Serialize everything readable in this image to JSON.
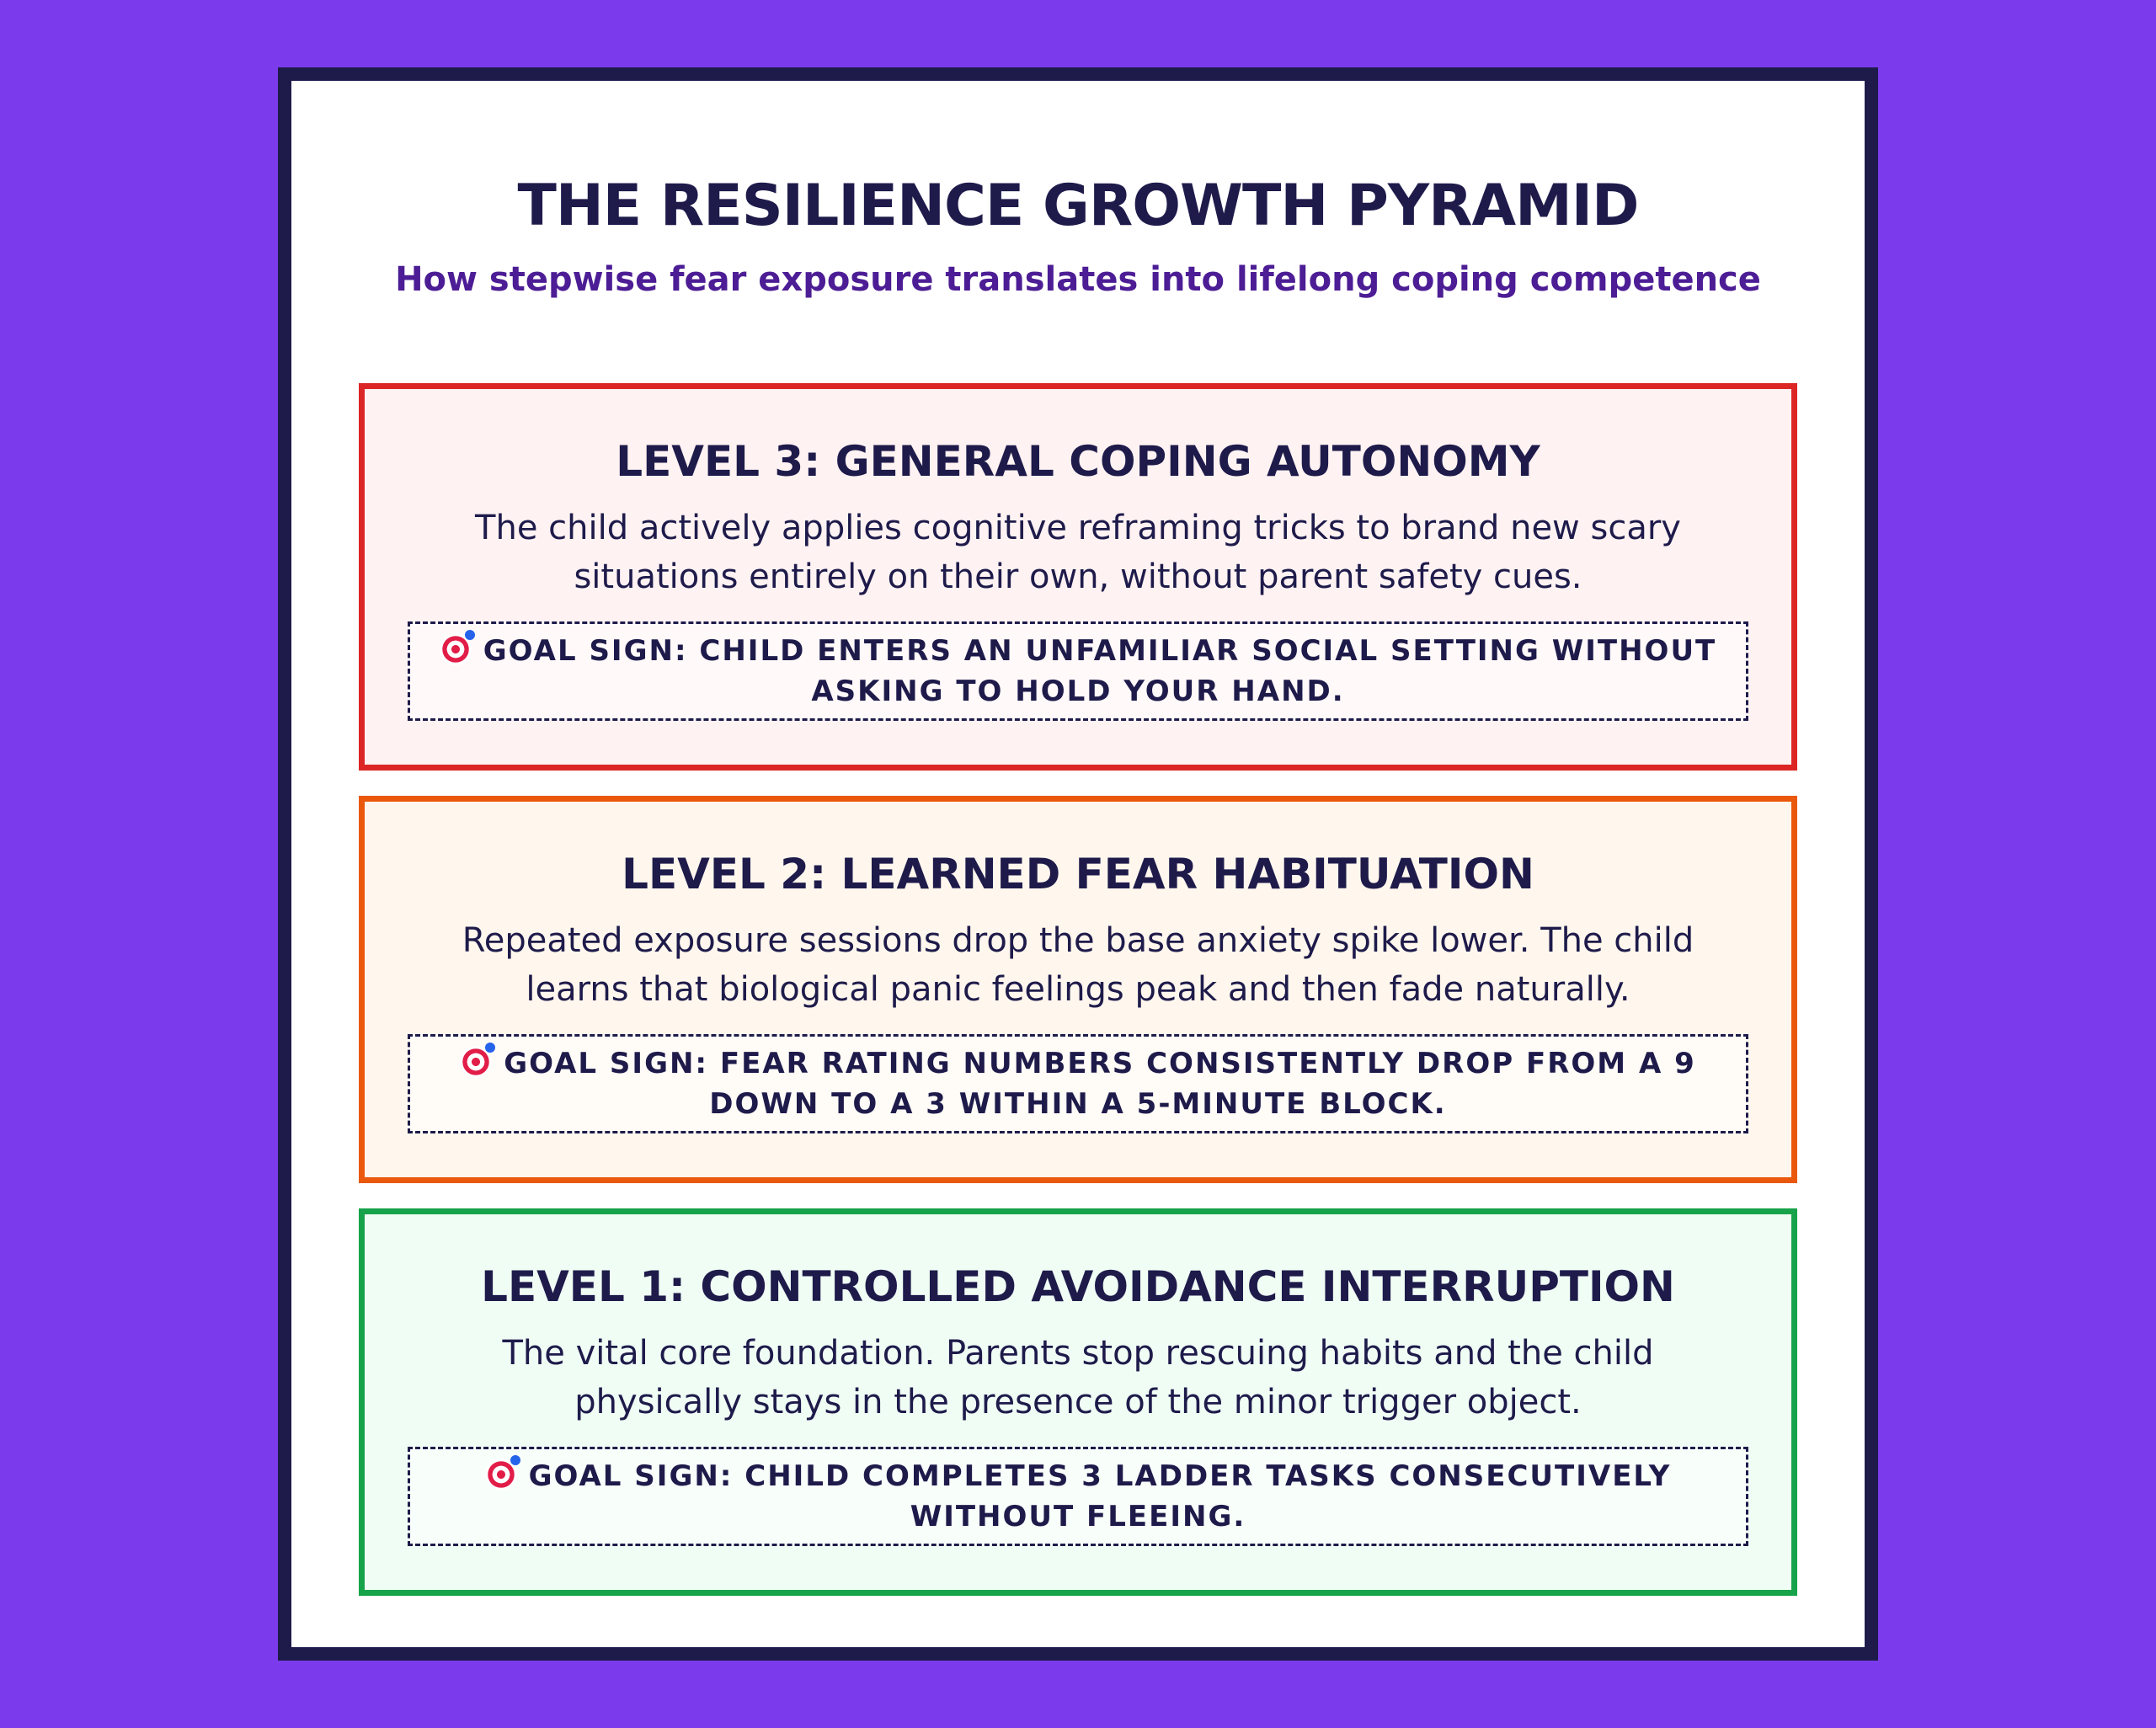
{
  "header": {
    "title": "THE RESILIENCE GROWTH PYRAMID",
    "subtitle": "How stepwise fear exposure translates into lifelong coping competence"
  },
  "colors": {
    "page_background": "#7c3aed",
    "card_border": "#1e1b4b",
    "text": "#1e1b4b",
    "subtitle": "#4c1d95"
  },
  "goal_icon": "direct-hit-target-icon",
  "levels": [
    {
      "title": "LEVEL 3: GENERAL COPING AUTONOMY",
      "description": "The child actively applies cognitive reframing tricks to brand new scary situations entirely on their own, without parent safety cues.",
      "goal": "GOAL SIGN: CHILD ENTERS AN UNFAMILIAR SOCIAL SETTING WITHOUT ASKING TO HOLD YOUR HAND.",
      "border_color": "#dc2626",
      "fill_color": "#fef2f2"
    },
    {
      "title": "LEVEL 2: LEARNED FEAR HABITUATION",
      "description": "Repeated exposure sessions drop the base anxiety spike lower. The child learns that biological panic feelings peak and then fade naturally.",
      "goal": "GOAL SIGN: FEAR RATING NUMBERS CONSISTENTLY DROP FROM A 9 DOWN TO A 3 WITHIN A 5-MINUTE BLOCK.",
      "border_color": "#ea580c",
      "fill_color": "#fff7ed"
    },
    {
      "title": "LEVEL 1: CONTROLLED AVOIDANCE INTERRUPTION",
      "description": "The vital core foundation. Parents stop rescuing habits and the child physically stays in the presence of the minor trigger object.",
      "goal": "GOAL SIGN: CHILD COMPLETES 3 LADDER TASKS CONSECUTIVELY WITHOUT FLEEING.",
      "border_color": "#16a34a",
      "fill_color": "#f0fdf4"
    }
  ]
}
